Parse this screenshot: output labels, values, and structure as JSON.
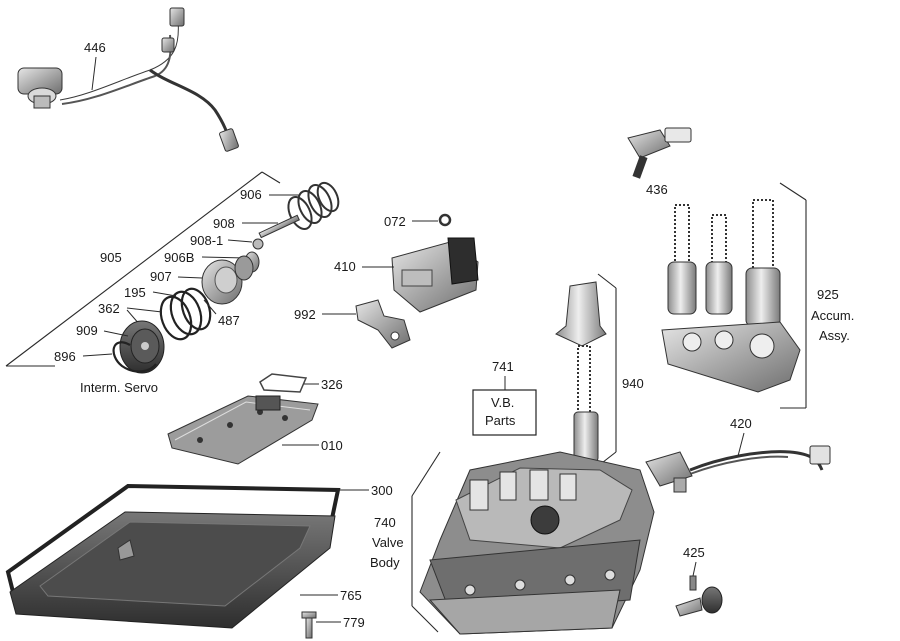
{
  "labels": {
    "p446": "446",
    "p906": "906",
    "p905": "905",
    "p908": "908",
    "p908_1": "908-1",
    "p906b": "906B",
    "p907": "907",
    "p195": "195",
    "p362": "362",
    "p487": "487",
    "p909": "909",
    "p896": "896",
    "servo_caption": "Interm. Servo",
    "p072": "072",
    "p410": "410",
    "p992": "992",
    "p326": "326",
    "p010": "010",
    "p300": "300",
    "p765": "765",
    "p779": "779",
    "p436": "436",
    "p925": "925",
    "accum_line1": "Accum.",
    "accum_line2": "Assy.",
    "p741": "741",
    "vb_line1": "V.B.",
    "vb_line2": "Parts",
    "p940": "940",
    "p420": "420",
    "p740": "740",
    "valve_line1": "Valve",
    "valve_line2": "Body",
    "p425": "425"
  },
  "colors": {
    "part_dark": "#3c3c3c",
    "part_mid": "#8a8a8a",
    "part_light": "#c9c9c9",
    "leader": "#2a2a2a"
  }
}
